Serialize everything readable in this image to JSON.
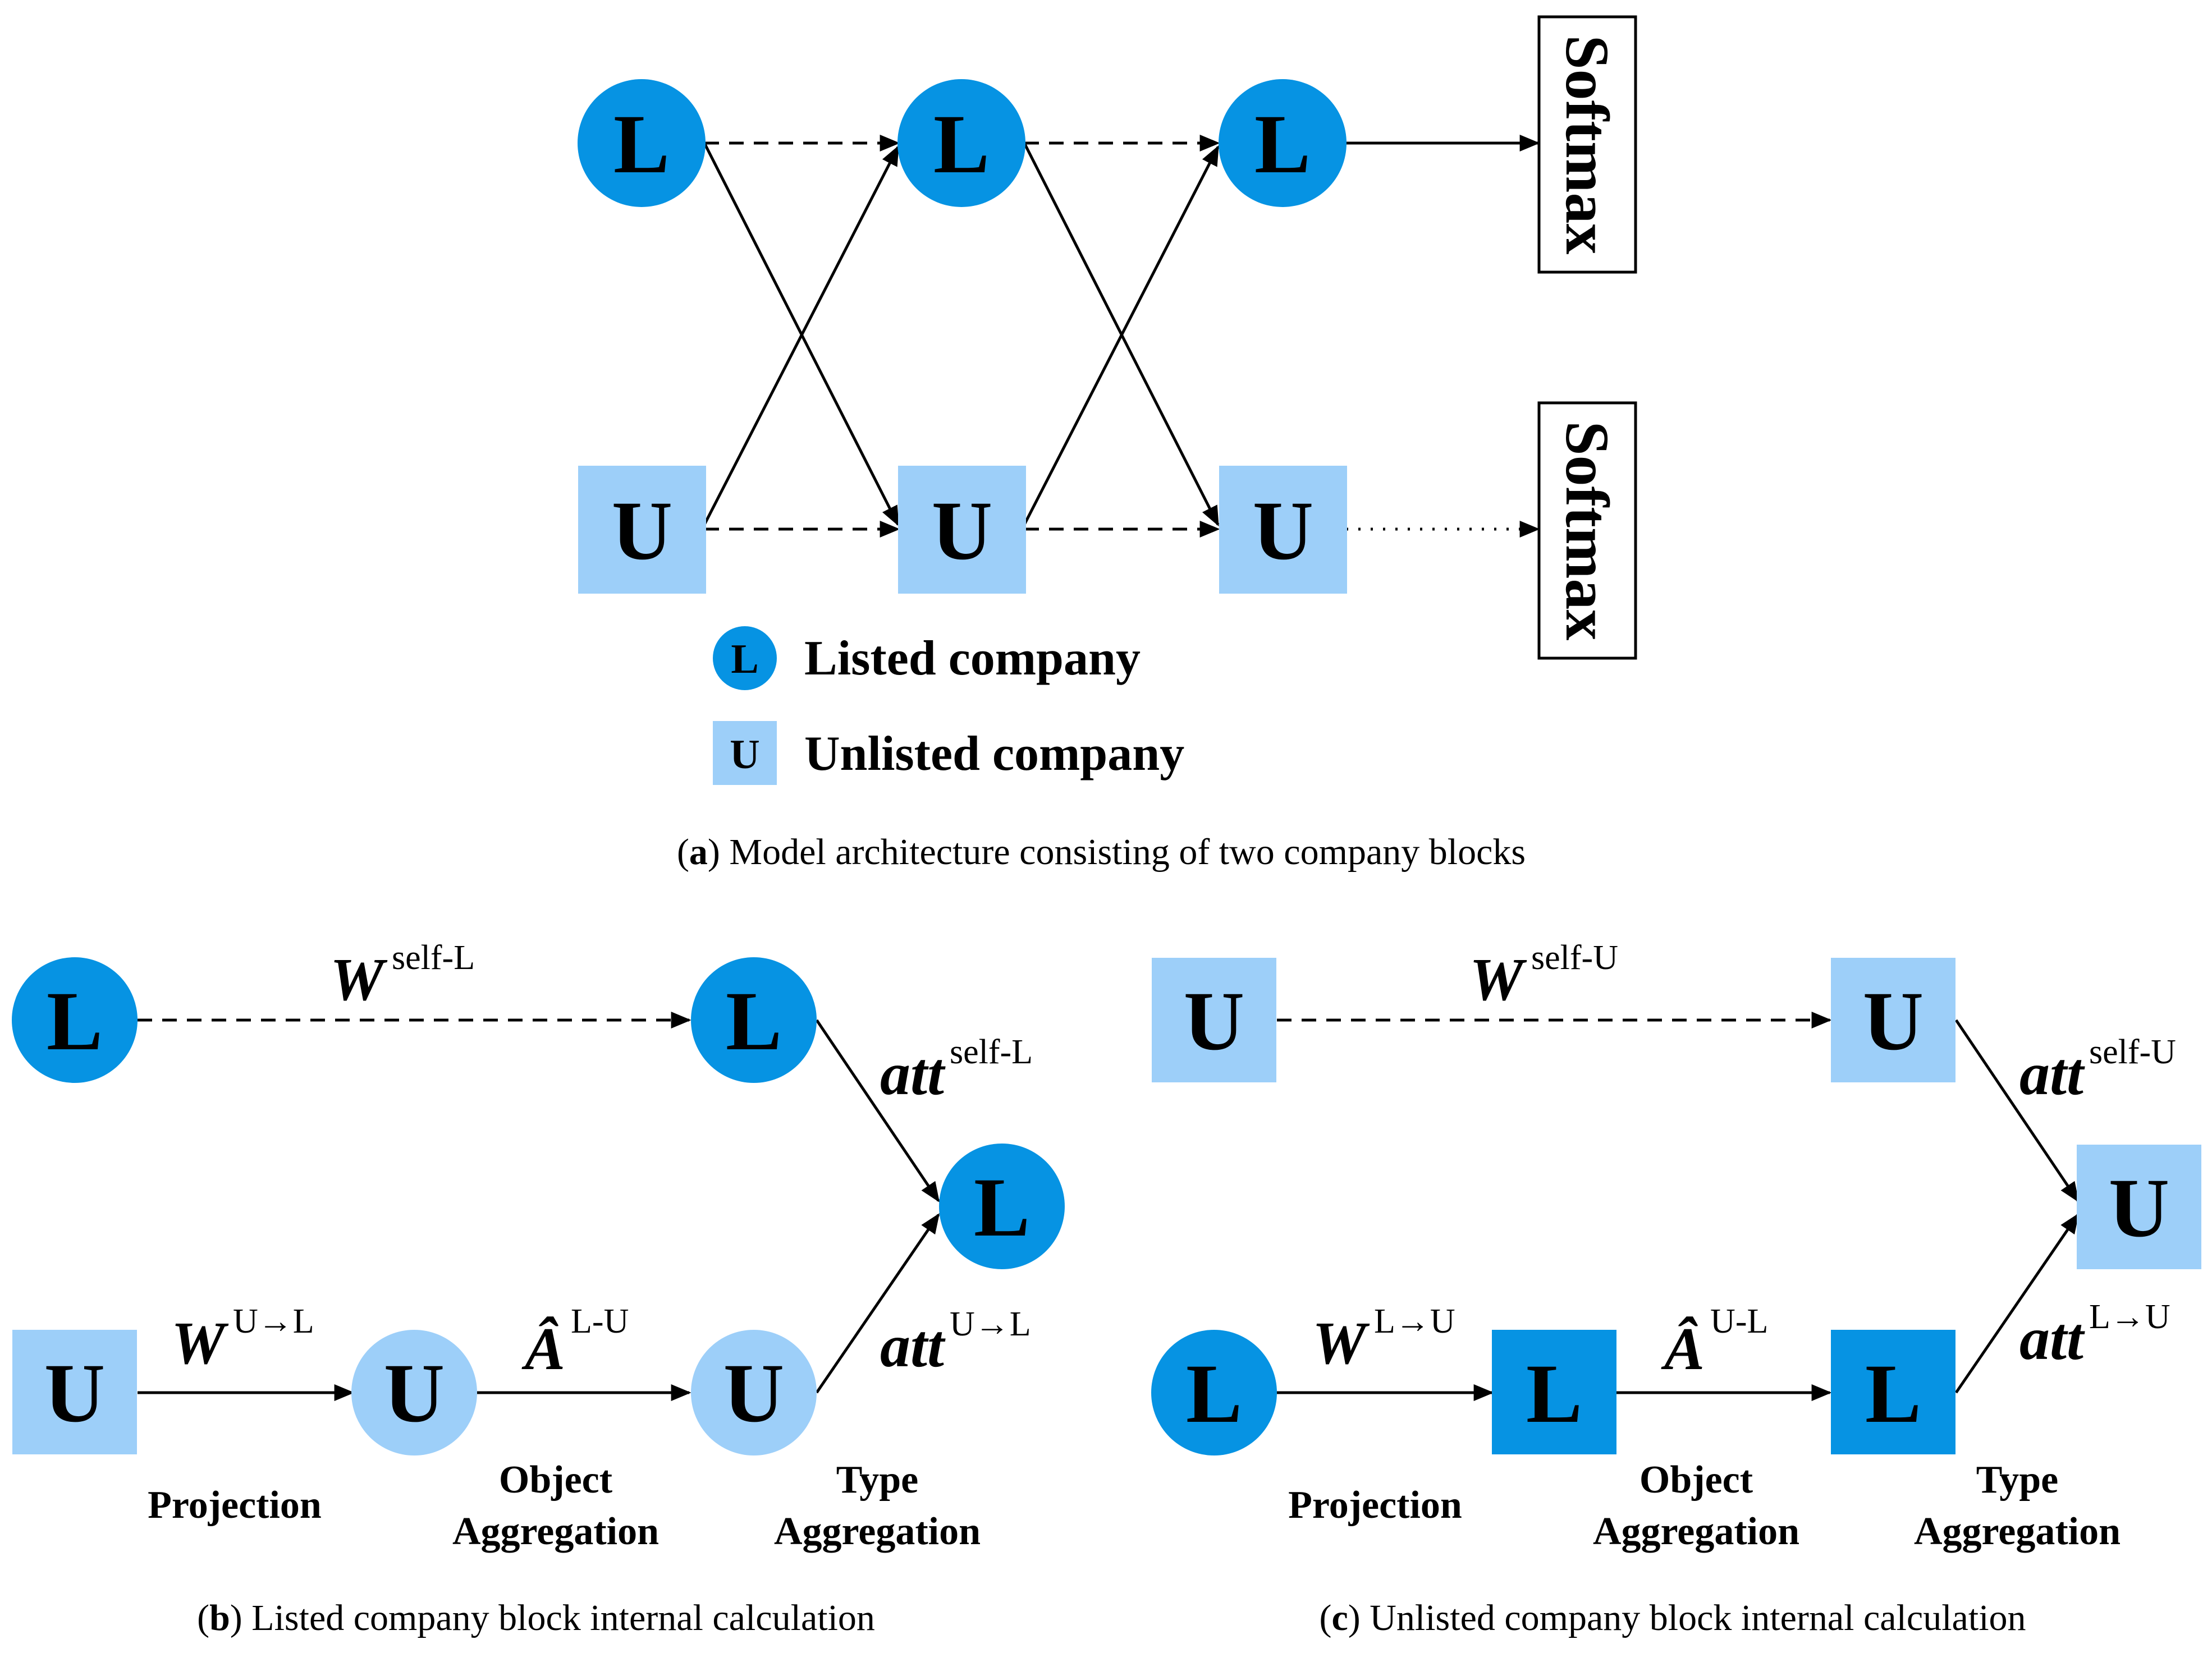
{
  "colors": {
    "listed": "#0693E3",
    "unlisted": "#9DCFF9",
    "unlisted_hidden": "#9DCFF9",
    "listed_hidden": "#0693E3",
    "line": "#000000"
  },
  "node_labels": {
    "listed": "L",
    "unlisted": "U"
  },
  "softmax_label": "Softmax",
  "legend": {
    "listed": "Listed company",
    "unlisted": "Unlisted company"
  },
  "captions": {
    "a": {
      "tag": "a",
      "text": " Model architecture consisting of two company blocks"
    },
    "b": {
      "tag": "b",
      "text": " Listed company block internal calculation"
    },
    "c": {
      "tag": "c",
      "text": " Unlisted company block internal calculation"
    }
  },
  "panel_b": {
    "w_self": {
      "main": "W",
      "sup": "self-L"
    },
    "att_self": {
      "main": "att",
      "sup": "self-L"
    },
    "w_cross": {
      "main": "W",
      "sup": "U→L"
    },
    "a_hat": {
      "main": "Â",
      "sup": "L-U"
    },
    "att_cross": {
      "main": "att",
      "sup": "U→L"
    },
    "stages": {
      "projection": "Projection",
      "object_1": "Object",
      "object_2": "Aggregation",
      "type_1": "Type",
      "type_2": "Aggregation"
    }
  },
  "panel_c": {
    "w_self": {
      "main": "W",
      "sup": "self-U"
    },
    "att_self": {
      "main": "att",
      "sup": "self-U"
    },
    "w_cross": {
      "main": "W",
      "sup": "L→U"
    },
    "a_hat": {
      "main": "Â",
      "sup": "U-L"
    },
    "att_cross": {
      "main": "att",
      "sup": "L→U"
    },
    "stages": {
      "projection": "Projection",
      "object_1": "Object",
      "object_2": "Aggregation",
      "type_1": "Type",
      "type_2": "Aggregation"
    }
  }
}
